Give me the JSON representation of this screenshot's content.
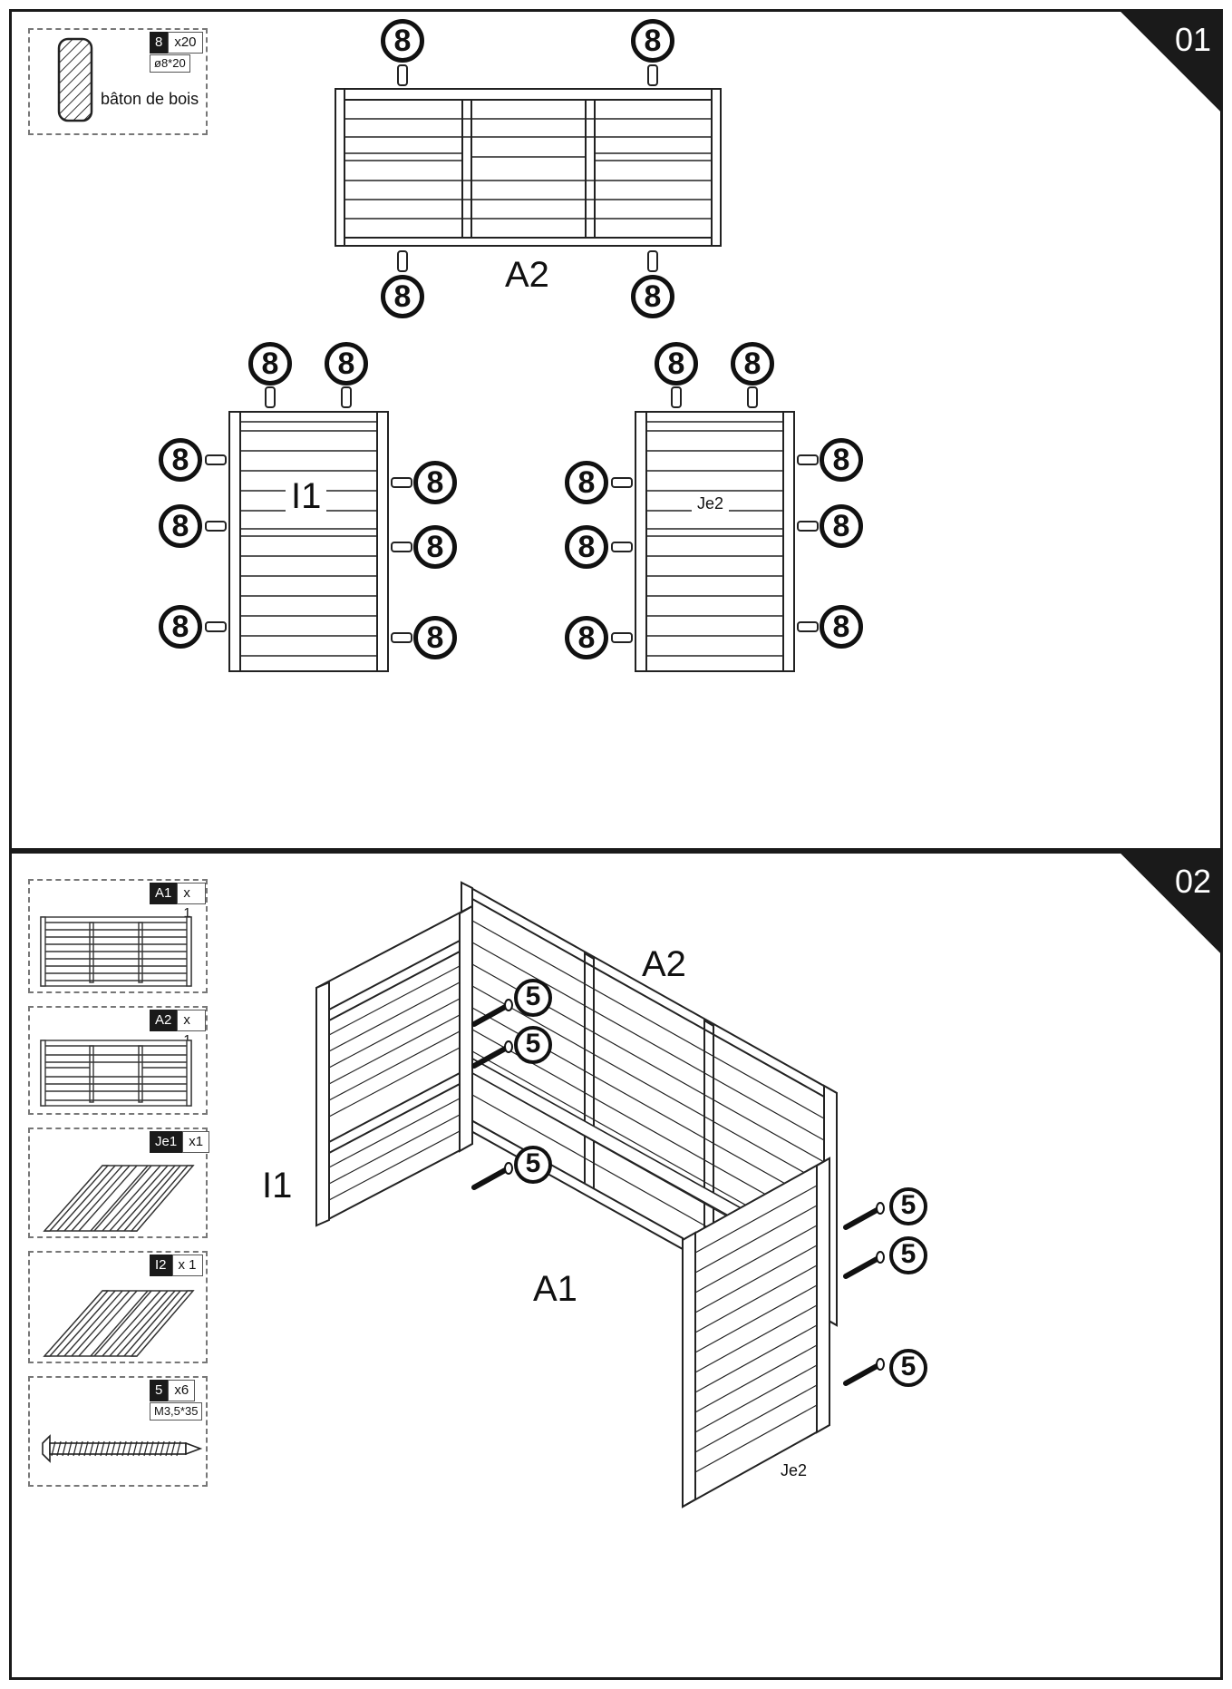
{
  "step1": {
    "number": "01",
    "hardware": {
      "id": "8",
      "qty": "x20",
      "spec": "ø8*20",
      "name": "bâton de bois"
    },
    "callout": "8",
    "labels": {
      "a2": "A2",
      "i1": "I1",
      "je2": "Je2"
    }
  },
  "step2": {
    "number": "02",
    "parts": [
      {
        "id": "A1",
        "qty": "x 1"
      },
      {
        "id": "A2",
        "qty": "x 1"
      },
      {
        "id": "Je1",
        "qty": "x1"
      },
      {
        "id": "I2",
        "qty": "x 1"
      }
    ],
    "screw": {
      "id": "5",
      "qty": "x6",
      "spec": "M3,5*35"
    },
    "callout": "5",
    "labels": {
      "a2": "A2",
      "i1": "I1",
      "a1": "A1",
      "je2": "Je2"
    }
  },
  "colors": {
    "ink": "#1a1a1a",
    "panel_bg": "#ffffff"
  }
}
